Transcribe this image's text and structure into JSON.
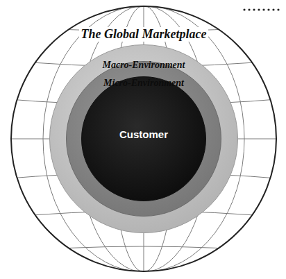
{
  "diagram": {
    "nodes": [
      {
        "text": [
          "The Global Marketplace"
        ]
      },
      {
        "text": [
          "Macro-Environment"
        ],
        "in": 0
      },
      {
        "text": [
          "Micro-Environment"
        ],
        "in": 1
      },
      {
        "text": [
          "Customer"
        ],
        "in": 2
      }
    ]
  }
}
